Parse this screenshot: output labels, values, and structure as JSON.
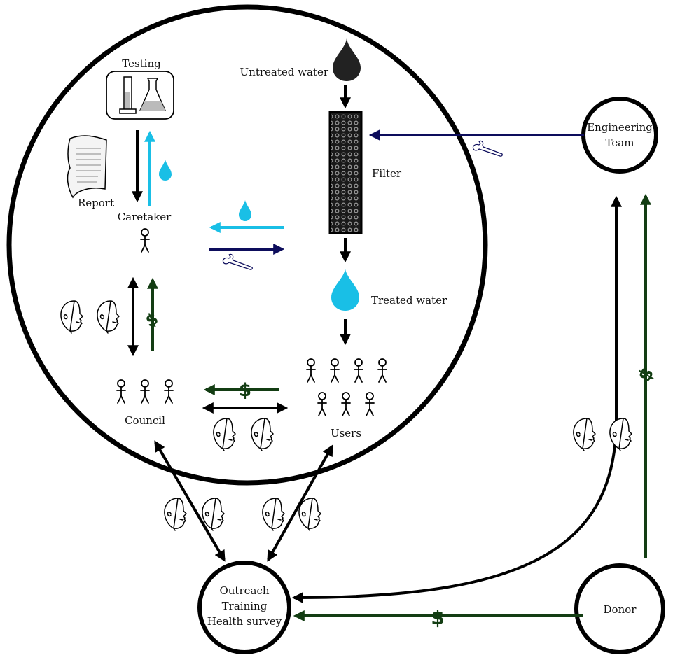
{
  "labels": {
    "testing": "Testing",
    "untreated_water": "Untreated water",
    "report": "Report",
    "caretaker": "Caretaker",
    "filter": "Filter",
    "treated_water": "Treated water",
    "council": "Council",
    "users": "Users",
    "engineering_team": [
      "Engineering",
      "Team"
    ],
    "outreach": [
      "Outreach",
      "Training",
      "Health survey"
    ],
    "donor": "Donor"
  },
  "symbols": {
    "dollar": "$"
  },
  "colors": {
    "black": "#000000",
    "water_blue": "#19bfe6",
    "navy": "#0d0d5c",
    "money_green": "#133d13",
    "untreated_water": "#222222",
    "filter_dark": "#1a1a1a"
  },
  "icons": {
    "testing": "lab-equipment-icon",
    "report": "paper-document-icon",
    "untreated_water": "water-drop-icon",
    "treated_water": "water-drop-icon",
    "tool": "wrench-icon",
    "money": "dollar-icon",
    "conversation": "talking-heads-icon",
    "person": "stick-person-icon"
  }
}
